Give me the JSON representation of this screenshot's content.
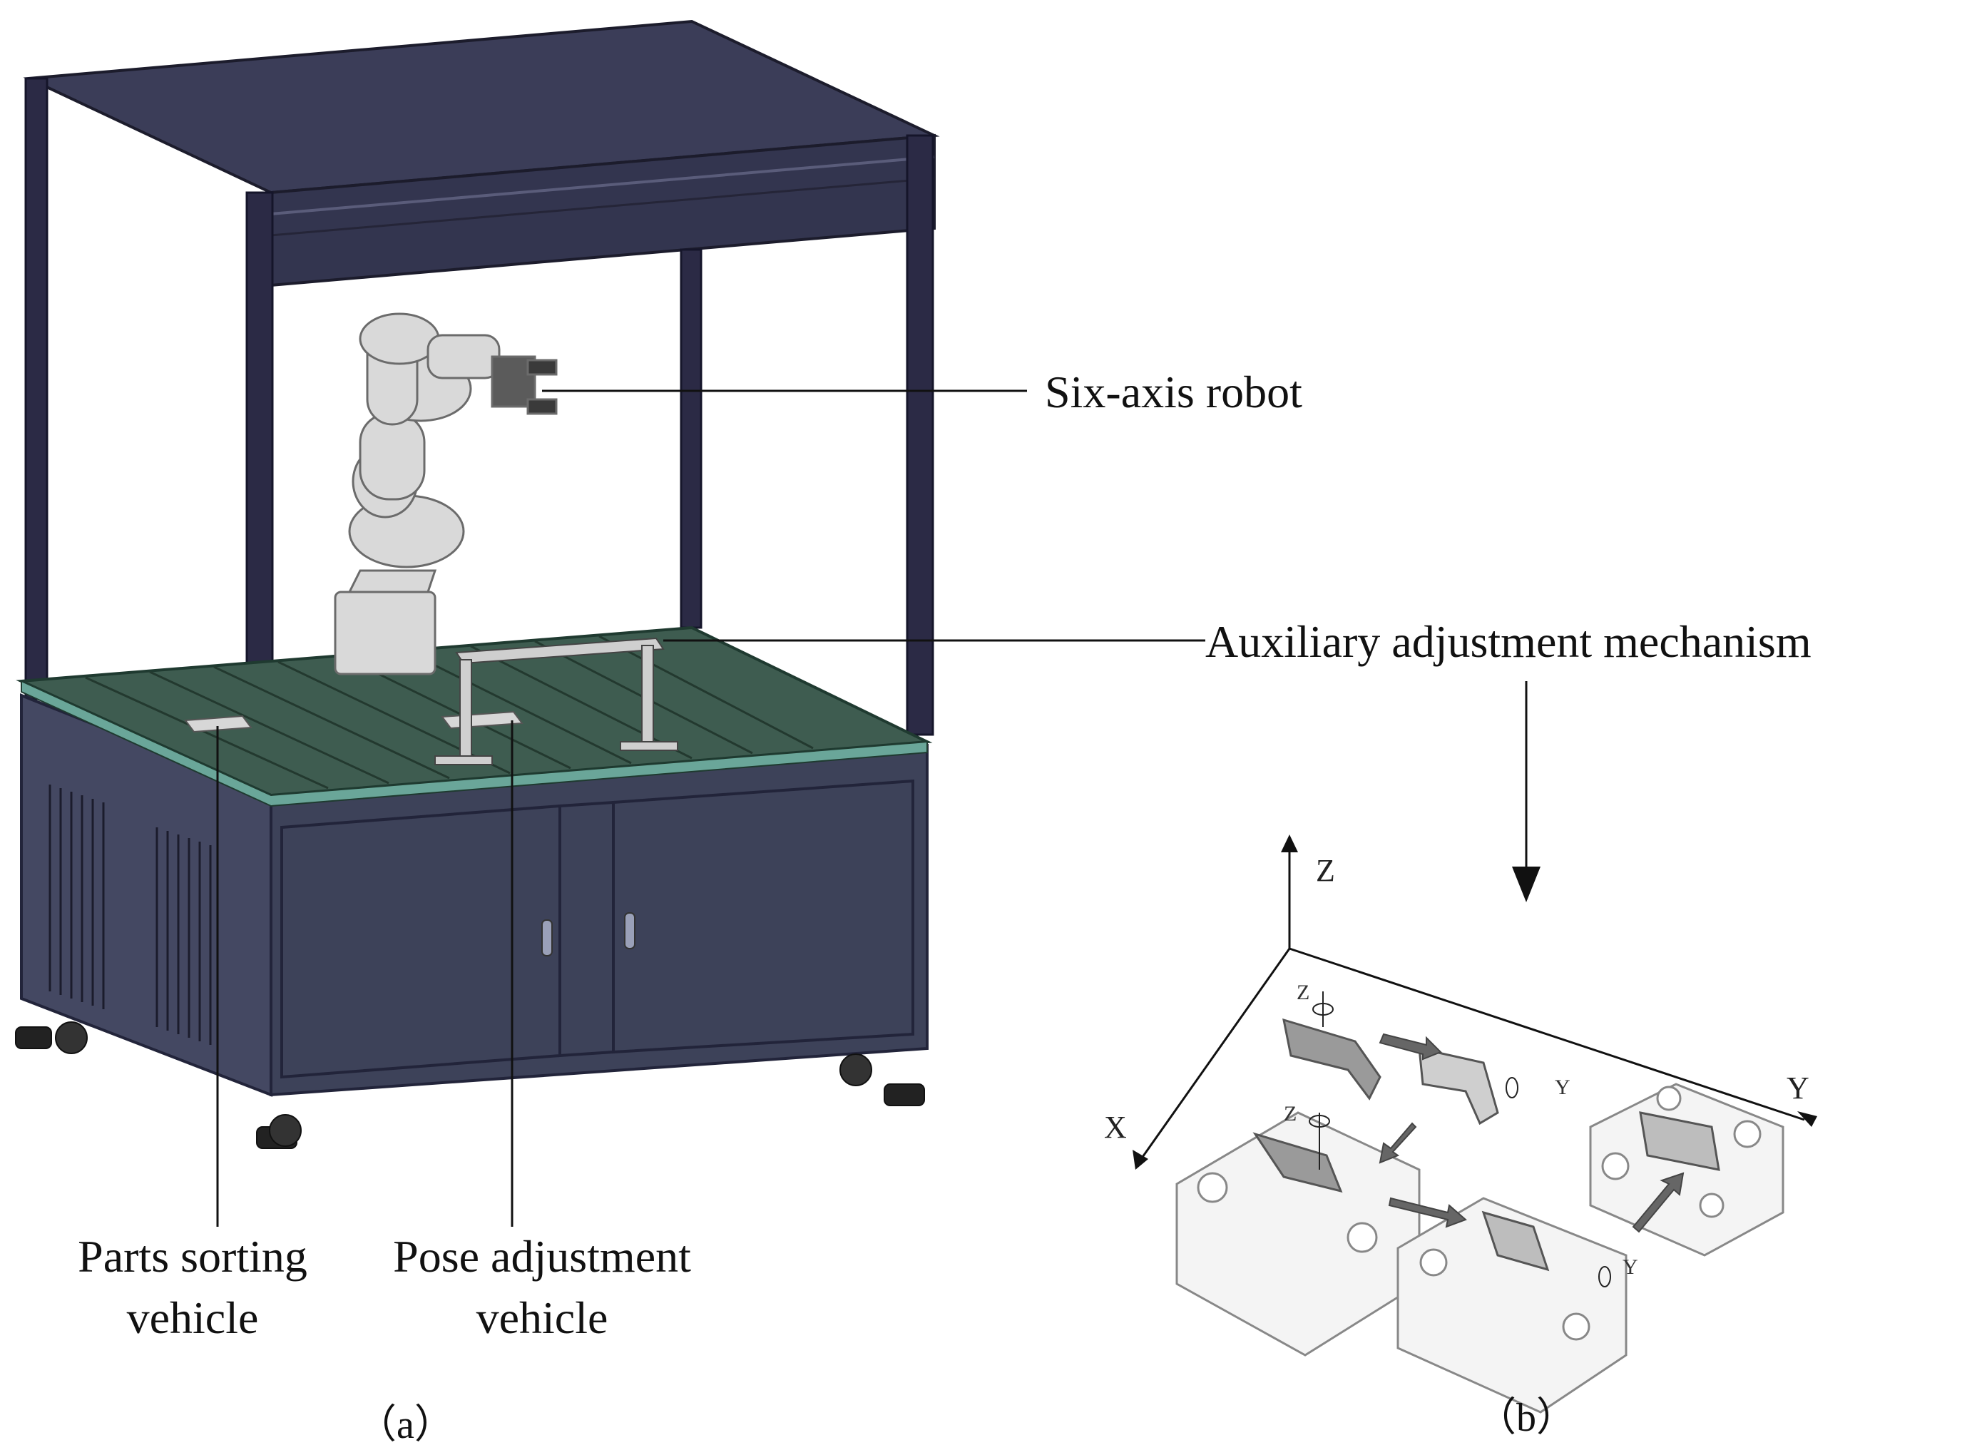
{
  "labels": {
    "six_axis_robot": "Six-axis robot",
    "auxiliary_adjustment_mechanism": "Auxiliary adjustment mechanism",
    "parts_sorting_vehicle_line1": "Parts sorting",
    "parts_sorting_vehicle_line2": "vehicle",
    "pose_adjustment_vehicle_line1": "Pose adjustment",
    "pose_adjustment_vehicle_line2": "vehicle"
  },
  "panels": {
    "a": "（a）",
    "b": "（b）"
  },
  "axes_b": {
    "z": "Z",
    "x": "X",
    "y": "Y",
    "part_z1": "Z",
    "part_z2": "Z",
    "part_y1": "Y",
    "part_y2": "Y"
  },
  "colors": {
    "frame": "#2e2d4a",
    "roof": "#3b3d58",
    "cabinet": "#3d4259",
    "table_top": "#3e5c50",
    "robot": "#d9d9d9",
    "leader_line": "#111111"
  }
}
